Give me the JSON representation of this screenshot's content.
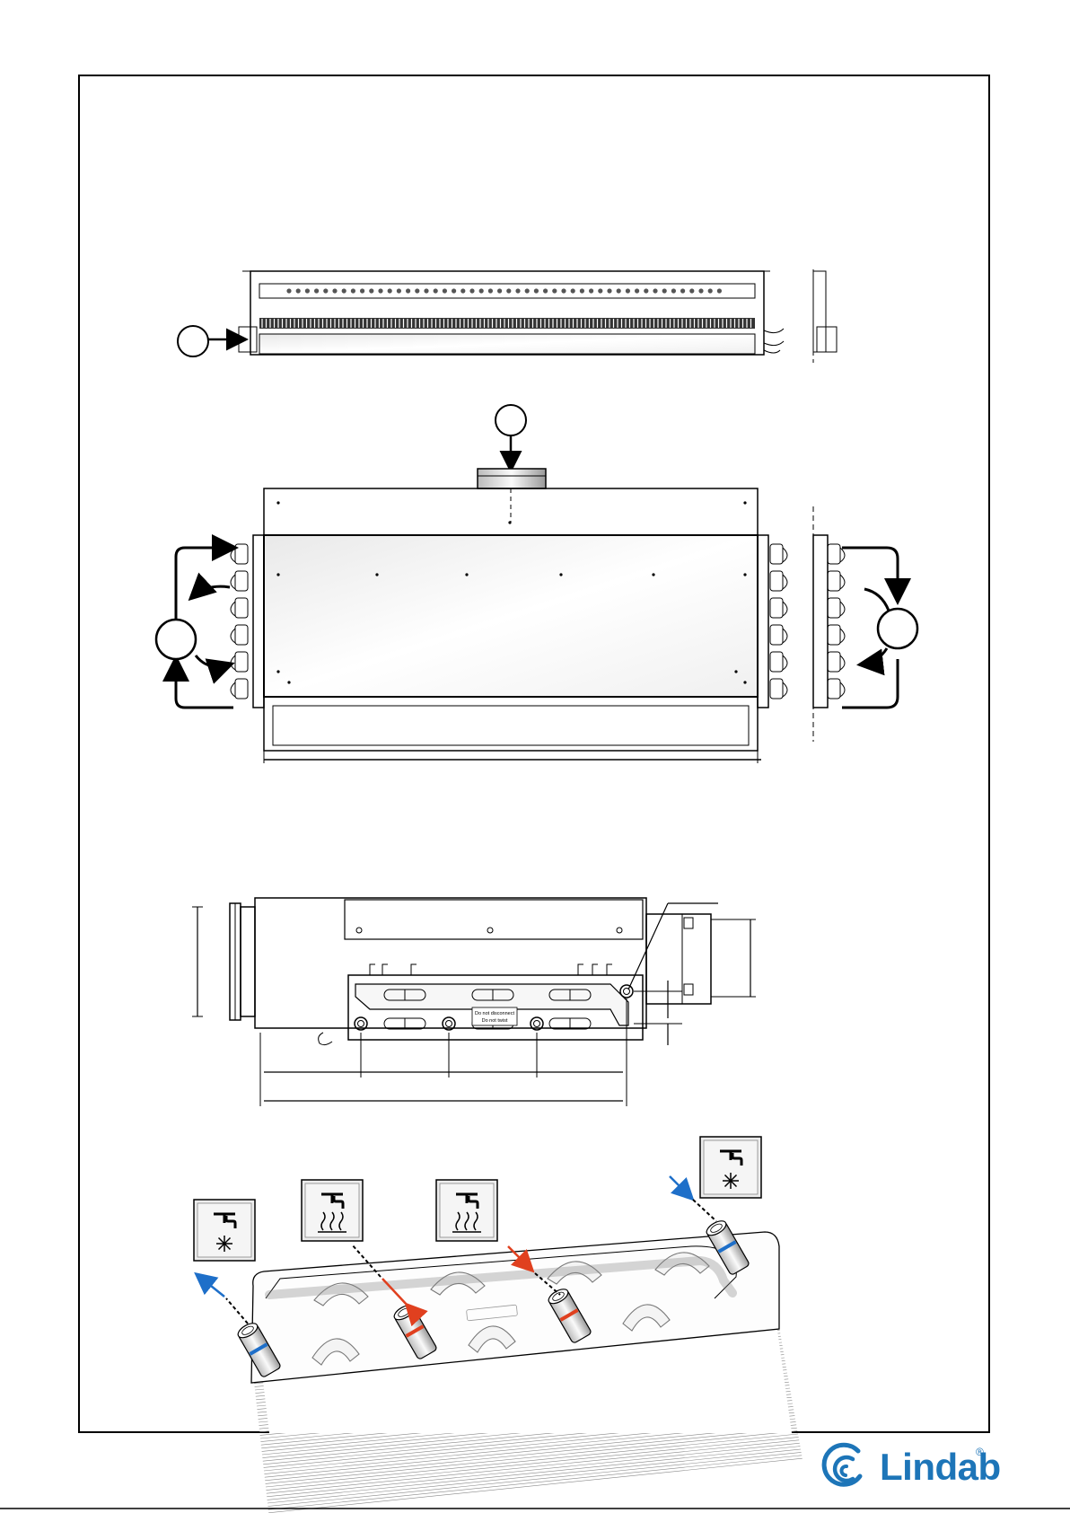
{
  "diagram": {
    "bottom_view": {
      "label_small_1": "Do not disconnect",
      "label_small_2": "Do not twist"
    }
  },
  "branding": {
    "logo_text": "Lindab",
    "registered_mark": "®",
    "brand_color": "#1d75b8"
  },
  "colors": {
    "cold_arrow": "#1e6fc9",
    "hot_arrow": "#e0401f",
    "line": "#000000"
  },
  "icons": {
    "cold_water": "tap-snowflake-icon",
    "hot_water": "tap-heat-icon"
  }
}
